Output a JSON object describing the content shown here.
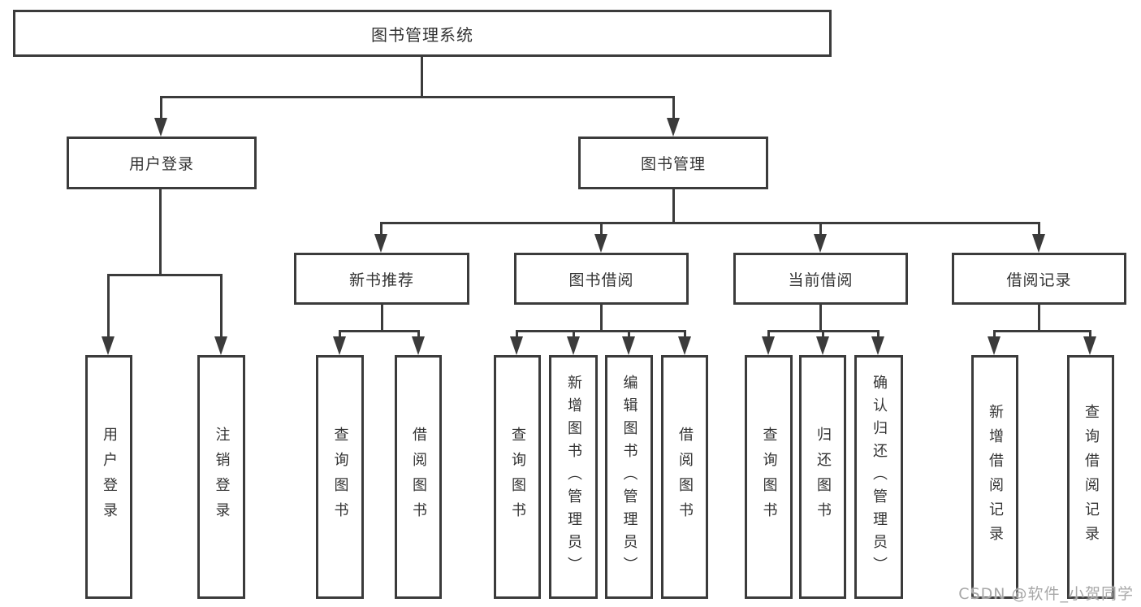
{
  "tree": {
    "label": "图书管理系统",
    "children": [
      {
        "label": "用户登录",
        "children": [
          {
            "label": "用户登录"
          },
          {
            "label": "注销登录"
          }
        ]
      },
      {
        "label": "图书管理",
        "children": [
          {
            "label": "新书推荐",
            "children": [
              {
                "label": "查询图书"
              },
              {
                "label": "借阅图书"
              }
            ]
          },
          {
            "label": "图书借阅",
            "children": [
              {
                "label": "查询图书"
              },
              {
                "label": "新增图书（管理员）"
              },
              {
                "label": "编辑图书（管理员）"
              },
              {
                "label": "借阅图书"
              }
            ]
          },
          {
            "label": "当前借阅",
            "children": [
              {
                "label": "查询图书"
              },
              {
                "label": "归还图书"
              },
              {
                "label": "确认归还（管理员）"
              }
            ]
          },
          {
            "label": "借阅记录",
            "children": [
              {
                "label": "新增借阅记录"
              },
              {
                "label": "查询借阅记录"
              }
            ]
          }
        ]
      }
    ]
  },
  "watermark": "CSDN @软件_小贺同学",
  "colors": {
    "line": "#3b3b3b",
    "text": "#333333",
    "box_fill": "#ffffff",
    "background": "#ffffff",
    "watermark": "#a8a8a8"
  }
}
